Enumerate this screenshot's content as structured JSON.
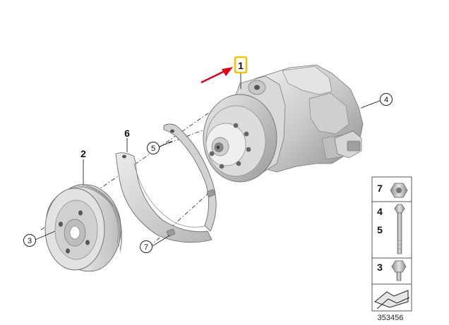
{
  "callouts": {
    "pump": "1",
    "pulley": "2",
    "bolt_pulley": "3",
    "bolt_pump": "4",
    "stud_upper": "5",
    "shield": "6",
    "nut_lower": "7"
  },
  "legend": {
    "nut": "7",
    "bolt_a": "4",
    "bolt_b": "5",
    "screw": "3"
  },
  "diagram_number": "353456",
  "highlight_color": "#f5c400",
  "arrow_color": "#e0001a"
}
